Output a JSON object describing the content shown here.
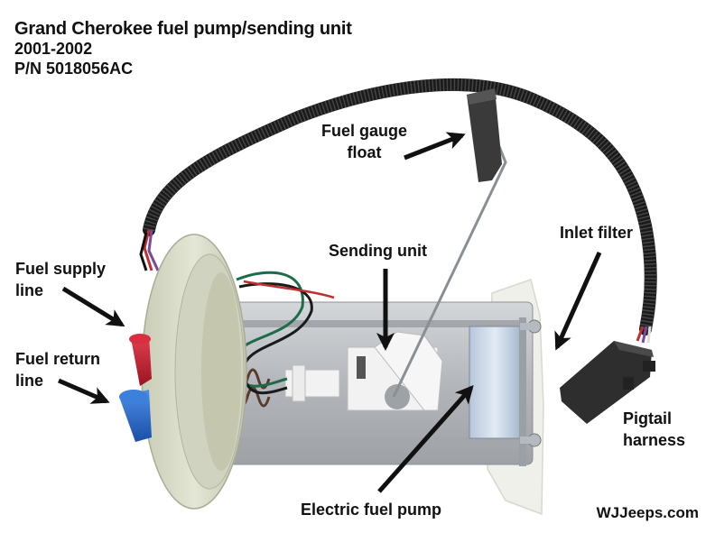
{
  "title": {
    "line1": "Grand Cherokee fuel pump/sending unit",
    "line2": "2001-2002",
    "line3": "P/N 5018056AC"
  },
  "labels": {
    "fuel_gauge_float": [
      "Fuel gauge",
      "float"
    ],
    "sending_unit": "Sending unit",
    "inlet_filter": "Inlet filter",
    "fuel_supply_line": [
      "Fuel supply",
      "line"
    ],
    "fuel_return_line": [
      "Fuel return",
      "line"
    ],
    "pigtail_harness": [
      "Pigtail",
      "harness"
    ],
    "electric_fuel_pump": "Electric fuel pump"
  },
  "watermark": "WJJeeps.com",
  "colors": {
    "background": "#ffffff",
    "text": "#111111",
    "flange": "#d9dcc8",
    "supply_fitting": "#c8202c",
    "return_fitting": "#2a6fd0",
    "harness": "#1a1a1a",
    "metal": "#b8bcc0",
    "pump_body": "#c9d6e6",
    "filter": "#efefe8",
    "float": "#3a3a3a",
    "wire_green": "#1e6b4a"
  }
}
